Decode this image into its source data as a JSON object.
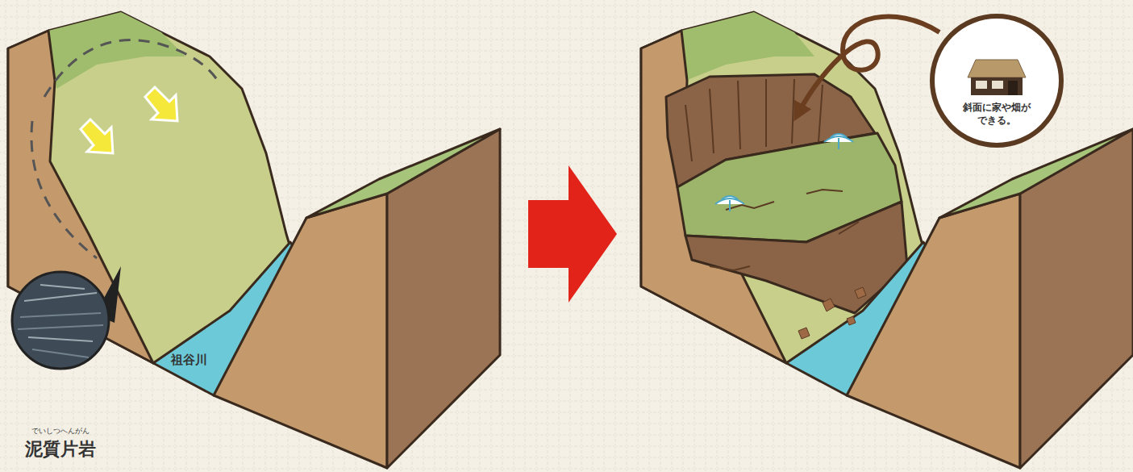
{
  "diagram": {
    "nodes": [
      {
        "text": [
          "でいしつへんがん",
          "泥質片岩"
        ]
      },
      {
        "text": [
          "斜面に家や畑が できる。"
        ]
      }
    ],
    "labels": [
      "祖谷川"
    ]
  }
}
